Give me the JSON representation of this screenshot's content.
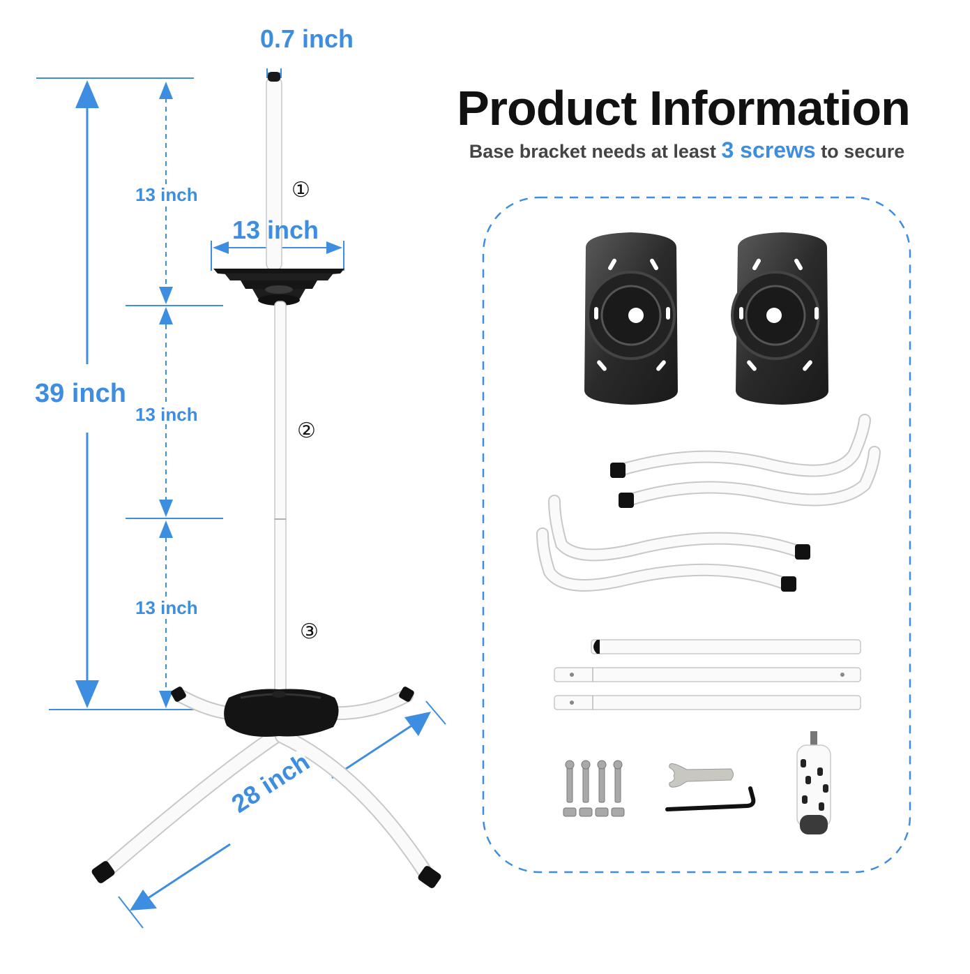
{
  "header": {
    "title": "Product Information",
    "subtitle_before": "Base bracket needs at least",
    "subtitle_highlight": "3 screws",
    "subtitle_after": "to secure"
  },
  "dimensions": {
    "top_width": "0.7 inch",
    "tray_width": "13 inch",
    "total_height": "39 inch",
    "segment_1": "13 inch",
    "segment_2": "13 inch",
    "segment_3": "13 inch",
    "base_span": "28 inch"
  },
  "parts": {
    "part_1": "①",
    "part_2": "②",
    "part_3": "③"
  },
  "colors": {
    "accent": "#3d8de0",
    "text": "#111111",
    "subtitle": "#444444",
    "frame": "#ffffff",
    "black_parts": "#141414"
  }
}
